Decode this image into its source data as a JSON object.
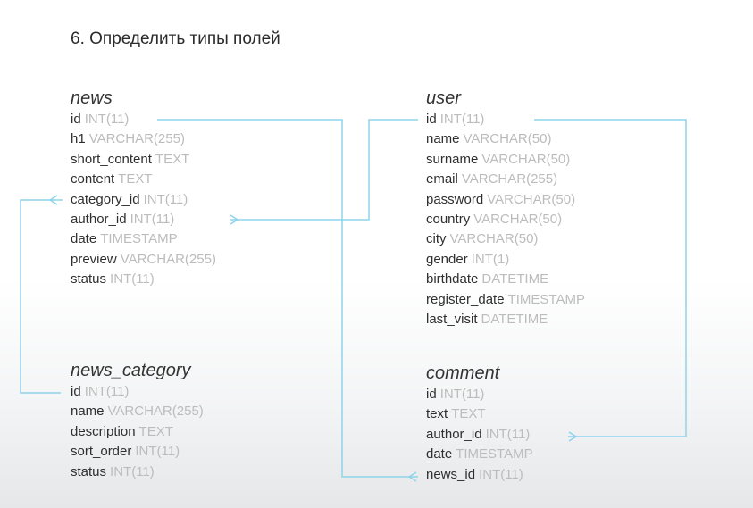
{
  "title": "6. Определить типы полей",
  "tables": {
    "news": {
      "name": "news",
      "fields": [
        {
          "name": "id",
          "type": "INT(11)"
        },
        {
          "name": "h1",
          "type": "VARCHAR(255)"
        },
        {
          "name": "short_content",
          "type": "TEXT"
        },
        {
          "name": "content",
          "type": "TEXT"
        },
        {
          "name": "category_id",
          "type": "INT(11)"
        },
        {
          "name": "author_id",
          "type": "INT(11)"
        },
        {
          "name": "date",
          "type": "TIMESTAMP"
        },
        {
          "name": "preview",
          "type": "VARCHAR(255)"
        },
        {
          "name": "status",
          "type": "INT(11)"
        }
      ]
    },
    "user": {
      "name": "user",
      "fields": [
        {
          "name": "id",
          "type": "INT(11)"
        },
        {
          "name": "name",
          "type": "VARCHAR(50)"
        },
        {
          "name": "surname",
          "type": "VARCHAR(50)"
        },
        {
          "name": "email",
          "type": "VARCHAR(255)"
        },
        {
          "name": "password",
          "type": "VARCHAR(50)"
        },
        {
          "name": "country",
          "type": "VARCHAR(50)"
        },
        {
          "name": "city",
          "type": "VARCHAR(50)"
        },
        {
          "name": "gender",
          "type": "INT(1)"
        },
        {
          "name": "birthdate",
          "type": "DATETIME"
        },
        {
          "name": "register_date",
          "type": "TIMESTAMP"
        },
        {
          "name": "last_visit",
          "type": "DATETIME"
        }
      ]
    },
    "news_category": {
      "name": "news_category",
      "fields": [
        {
          "name": "id",
          "type": "INT(11)"
        },
        {
          "name": "name",
          "type": "VARCHAR(255)"
        },
        {
          "name": "description",
          "type": "TEXT"
        },
        {
          "name": "sort_order",
          "type": "INT(11)"
        },
        {
          "name": "status",
          "type": "INT(11)"
        }
      ]
    },
    "comment": {
      "name": "comment",
      "fields": [
        {
          "name": "id",
          "type": "INT(11)"
        },
        {
          "name": "text",
          "type": "TEXT"
        },
        {
          "name": "author_id",
          "type": "INT(11)"
        },
        {
          "name": "date",
          "type": "TIMESTAMP"
        },
        {
          "name": "news_id",
          "type": "INT(11)"
        }
      ]
    }
  },
  "colors": {
    "connector": "#8fd3ea",
    "field_name": "#2f2f2f",
    "field_type": "#bcbcbc"
  }
}
